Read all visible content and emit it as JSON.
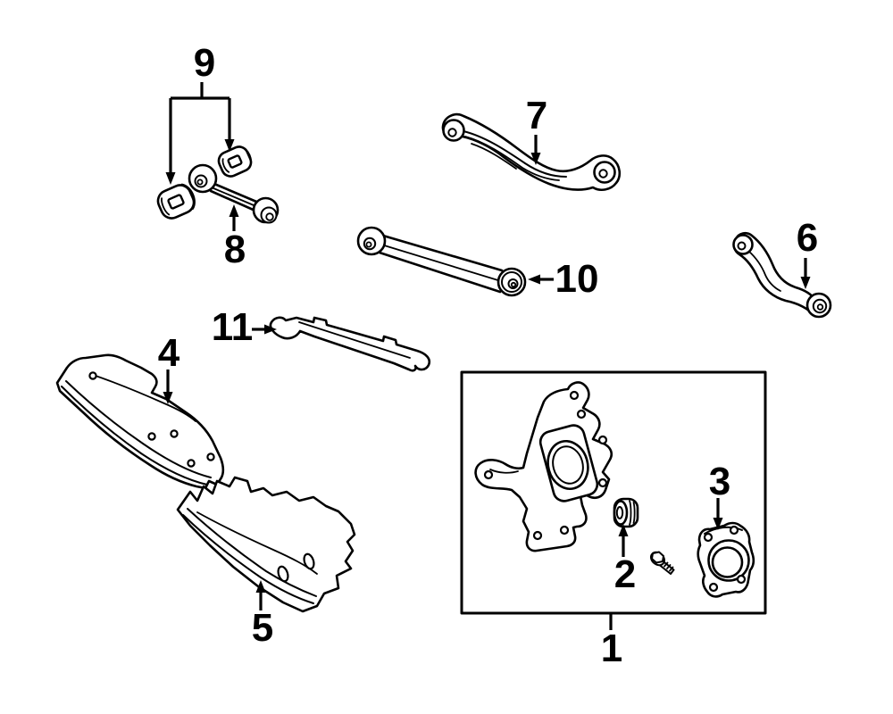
{
  "diagram": {
    "colors": {
      "line": "#000000",
      "background": "#ffffff"
    },
    "callouts": [
      {
        "number": "1"
      },
      {
        "number": "2"
      },
      {
        "number": "3"
      },
      {
        "number": "4"
      },
      {
        "number": "5"
      },
      {
        "number": "6"
      },
      {
        "number": "7"
      },
      {
        "number": "8"
      },
      {
        "number": "9"
      },
      {
        "number": "10"
      },
      {
        "number": "11"
      }
    ]
  }
}
